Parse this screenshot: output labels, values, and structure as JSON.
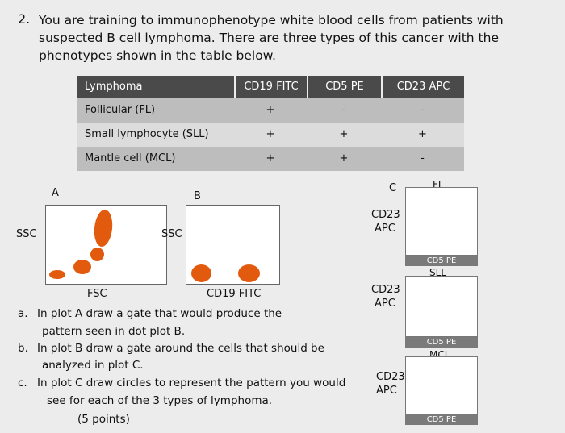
{
  "question": {
    "number": "2.",
    "lines": [
      "You are training to immunophenotype white blood cells from patients with",
      "suspected B cell lymphoma.  There are three types of this cancer with the",
      "phenotypes shown in the table below."
    ]
  },
  "table": {
    "headers": [
      "Lymphoma",
      "CD19 FITC",
      "CD5 PE",
      "CD23 APC"
    ],
    "rows": [
      {
        "name": "Follicular (FL)",
        "cd19": "+",
        "cd5": "-",
        "cd23": "-"
      },
      {
        "name": "Small lymphocyte (SLL)",
        "cd19": "+",
        "cd5": "+",
        "cd23": "+"
      },
      {
        "name": "Mantle cell (MCL)",
        "cd19": "+",
        "cd5": "+",
        "cd23": "-"
      }
    ]
  },
  "plots": {
    "a": {
      "label": "A",
      "y_axis": "SSC",
      "x_axis": "FSC"
    },
    "b": {
      "label": "B",
      "y_axis": "SSC",
      "x_axis": "CD19 FITC"
    },
    "c": {
      "label": "C",
      "panels": [
        {
          "title": "FL",
          "y_axis_1": "CD23",
          "y_axis_2": "APC",
          "x_axis": "CD5 PE"
        },
        {
          "title": "SLL",
          "y_axis_1": "CD23",
          "y_axis_2": "APC",
          "x_axis": "CD5 PE"
        },
        {
          "title": "MCL",
          "y_axis_1": "CD23",
          "y_axis_2": "APC",
          "x_axis": "CD5 PE"
        }
      ]
    }
  },
  "subquestions": {
    "a": {
      "letter": "a.",
      "line1": "In plot A draw a gate that would produce the",
      "line2": "pattern seen in dot plot B."
    },
    "b": {
      "letter": "b.",
      "line1": "In plot B draw a gate around the cells that should be",
      "line2": "analyzed in plot C."
    },
    "c": {
      "letter": "c.",
      "line1": "In plot C draw circles to represent the pattern you would",
      "line2": "see for each of the 3 types of lymphoma.",
      "line3": "(5 points)"
    }
  },
  "colors": {
    "dot": "#e25a0e",
    "table_header": "#4a4a4a",
    "row_dark": "#bdbdbd",
    "row_light": "#dcdcdc"
  }
}
